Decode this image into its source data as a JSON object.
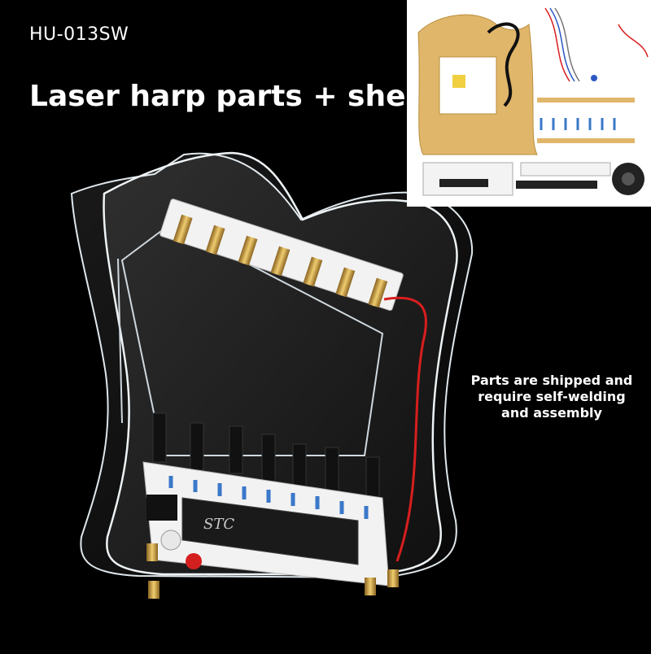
{
  "header": {
    "model_code": "HU-013SW",
    "headline": "Laser harp parts + shell"
  },
  "callout": {
    "lines": [
      "Parts are shipped and",
      "require self-welding",
      "and assembly"
    ]
  },
  "chip_marking": "STC",
  "colors": {
    "background": "#000000",
    "text": "#ffffff",
    "acrylic_edge": "#e8eef2",
    "board": "#f2f2f2",
    "brass": "#c8a24a",
    "wire_red": "#d81e1e",
    "inset_panel": "#e0b66a"
  }
}
